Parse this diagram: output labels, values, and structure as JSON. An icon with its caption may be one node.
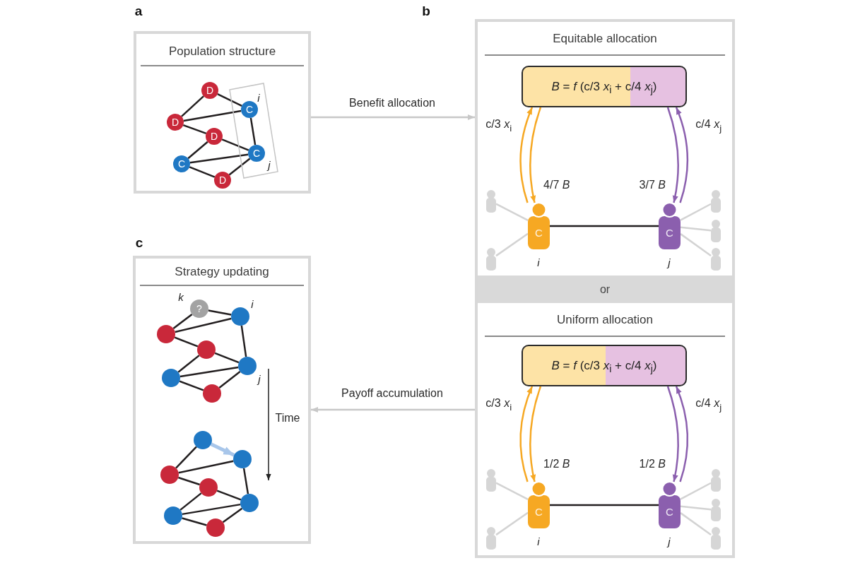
{
  "diagram": {
    "nodes": [
      {
        "text": [
          "Population structure"
        ],
        "beside": [
          "a"
        ]
      },
      {
        "text": [
          "D"
        ],
        "in": 0
      },
      {
        "text": [
          "D"
        ],
        "in": 0
      },
      {
        "text": [
          "C"
        ],
        "beside": [
          "i"
        ],
        "in": 0
      },
      {
        "text": [
          "D"
        ],
        "in": 0
      },
      {
        "text": [
          "C"
        ],
        "beside": [
          "j"
        ],
        "in": 0
      },
      {
        "text": [
          "C"
        ],
        "in": 0
      },
      {
        "text": [
          "D"
        ],
        "in": 0
      },
      {
        "text": [],
        "shape": "box",
        "beside": [
          "b"
        ]
      },
      {
        "text": [
          "Equitable allocation"
        ],
        "in": 8
      },
      {
        "text": [
          "*B* = *f* (c/3 *x*$_{i}$ + c/4 *x*$_{j}$)"
        ],
        "in": 9
      },
      {
        "text": [
          "C"
        ],
        "beside": [
          "i"
        ],
        "in": 9
      },
      {
        "text": [
          "C"
        ],
        "beside": [
          "j"
        ],
        "in": 9
      },
      {
        "text": [],
        "shape": "person",
        "in": 9
      },
      {
        "text": [],
        "shape": "person",
        "in": 9
      },
      {
        "text": [],
        "shape": "person",
        "in": 9
      },
      {
        "text": [],
        "shape": "person",
        "in": 9
      },
      {
        "text": [],
        "shape": "person",
        "in": 9
      },
      {
        "text": [
          "or"
        ],
        "in": 8
      },
      {
        "text": [
          "Uniform allocation"
        ],
        "in": 8
      },
      {
        "text": [
          "*B* = *f* (c/3 *x*$_{i}$ + c/4 *x*$_{j}$)"
        ],
        "in": 19
      },
      {
        "text": [
          "C"
        ],
        "beside": [
          "i"
        ],
        "in": 19
      },
      {
        "text": [
          "C"
        ],
        "beside": [
          "j"
        ],
        "in": 19
      },
      {
        "text": [],
        "shape": "person",
        "in": 19
      },
      {
        "text": [],
        "shape": "person",
        "in": 19
      },
      {
        "text": [],
        "shape": "person",
        "in": 19
      },
      {
        "text": [],
        "shape": "person",
        "in": 19
      },
      {
        "text": [],
        "shape": "person",
        "in": 19
      },
      {
        "text": [
          "Strategy updating"
        ],
        "beside": [
          "c"
        ]
      },
      {
        "text": [
          "?"
        ],
        "beside": [
          "k"
        ],
        "in": 28
      },
      {
        "text": [],
        "shape": "circle",
        "beside": [
          "i"
        ],
        "in": 28
      },
      {
        "text": [],
        "shape": "circle",
        "in": 28
      },
      {
        "text": [],
        "shape": "circle",
        "in": 28
      },
      {
        "text": [],
        "shape": "circle",
        "beside": [
          "j"
        ],
        "in": 28
      },
      {
        "text": [],
        "shape": "circle",
        "in": 28
      },
      {
        "text": [],
        "shape": "circle",
        "in": 28
      },
      {
        "text": [],
        "shape": "circle",
        "in": 28
      },
      {
        "text": [],
        "shape": "circle",
        "in": 28
      },
      {
        "text": [],
        "shape": "circle",
        "in": 28
      },
      {
        "text": [],
        "shape": "circle",
        "in": 28
      },
      {
        "text": [],
        "shape": "circle",
        "in": 28
      },
      {
        "text": [],
        "shape": "circle",
        "in": 28
      },
      {
        "text": [],
        "shape": "circle",
        "in": 28
      }
    ],
    "edges": [
      {
        "from": 0,
        "to": 8,
        "arrow": "to",
        "label": "Benefit allocation",
        "color": "#c8c8c8"
      },
      {
        "from": 1,
        "to": 2,
        "arrow": "none"
      },
      {
        "from": 1,
        "to": 3,
        "arrow": "none"
      },
      {
        "from": 2,
        "to": 3,
        "arrow": "none"
      },
      {
        "from": 2,
        "to": 4,
        "arrow": "none"
      },
      {
        "from": 3,
        "to": 5,
        "arrow": "none"
      },
      {
        "from": 4,
        "to": 5,
        "arrow": "none"
      },
      {
        "from": 4,
        "to": 6,
        "arrow": "none"
      },
      {
        "from": 6,
        "to": 5,
        "arrow": "none"
      },
      {
        "from": 6,
        "to": 7,
        "arrow": "none"
      },
      {
        "from": 7,
        "to": 5,
        "arrow": "none"
      },
      {
        "from": 11,
        "to": 10,
        "arrow": "to",
        "label": "c/3 *x*$_{i}$",
        "color": "#f6a823"
      },
      {
        "from": 10,
        "to": 11,
        "arrow": "to",
        "label": "4/7 *B*",
        "color": "#f6a823"
      },
      {
        "from": 12,
        "to": 10,
        "arrow": "to",
        "label": "c/4 *x*$_{j}$",
        "color": "#8b5fae"
      },
      {
        "from": 10,
        "to": 12,
        "arrow": "to",
        "label": "3/7 *B*",
        "color": "#8b5fae"
      },
      {
        "from": 11,
        "to": 12,
        "arrow": "none"
      },
      {
        "from": 11,
        "to": 13,
        "arrow": "none",
        "color": "#d3d3d3"
      },
      {
        "from": 11,
        "to": 14,
        "arrow": "none",
        "color": "#d3d3d3"
      },
      {
        "from": 12,
        "to": 15,
        "arrow": "none",
        "color": "#d3d3d3"
      },
      {
        "from": 12,
        "to": 16,
        "arrow": "none",
        "color": "#d3d3d3"
      },
      {
        "from": 12,
        "to": 17,
        "arrow": "none",
        "color": "#d3d3d3"
      },
      {
        "from": 21,
        "to": 20,
        "arrow": "to",
        "label": "c/3 *x*$_{i}$",
        "color": "#f6a823"
      },
      {
        "from": 20,
        "to": 21,
        "arrow": "to",
        "label": "1/2 *B*",
        "color": "#f6a823"
      },
      {
        "from": 22,
        "to": 20,
        "arrow": "to",
        "label": "c/4 *x*$_{j}$",
        "color": "#8b5fae"
      },
      {
        "from": 20,
        "to": 22,
        "arrow": "to",
        "label": "1/2 *B*",
        "color": "#8b5fae"
      },
      {
        "from": 21,
        "to": 22,
        "arrow": "none"
      },
      {
        "from": 21,
        "to": 23,
        "arrow": "none",
        "color": "#d3d3d3"
      },
      {
        "from": 21,
        "to": 24,
        "arrow": "none",
        "color": "#d3d3d3"
      },
      {
        "from": 22,
        "to": 25,
        "arrow": "none",
        "color": "#d3d3d3"
      },
      {
        "from": 22,
        "to": 26,
        "arrow": "none",
        "color": "#d3d3d3"
      },
      {
        "from": 22,
        "to": 27,
        "arrow": "none",
        "color": "#d3d3d3"
      },
      {
        "from": 8,
        "to": 28,
        "arrow": "to",
        "label": "Payoff accumulation",
        "color": "#c8c8c8"
      },
      {
        "from": 29,
        "to": 31,
        "arrow": "none"
      },
      {
        "from": 29,
        "to": 30,
        "arrow": "none"
      },
      {
        "from": 31,
        "to": 30,
        "arrow": "none"
      },
      {
        "from": 31,
        "to": 32,
        "arrow": "none"
      },
      {
        "from": 30,
        "to": 33,
        "arrow": "none"
      },
      {
        "from": 32,
        "to": 33,
        "arrow": "none"
      },
      {
        "from": 32,
        "to": 34,
        "arrow": "none"
      },
      {
        "from": 34,
        "to": 33,
        "arrow": "none"
      },
      {
        "from": 34,
        "to": 35,
        "arrow": "none"
      },
      {
        "from": 35,
        "to": 33,
        "arrow": "none"
      },
      {
        "from": 36,
        "to": 38,
        "arrow": "none"
      },
      {
        "from": 36,
        "to": 37,
        "arrow": "to",
        "style": "thick",
        "color": "#a8c6ea"
      },
      {
        "from": 38,
        "to": 37,
        "arrow": "none"
      },
      {
        "from": 38,
        "to": 39,
        "arrow": "none"
      },
      {
        "from": 37,
        "to": 40,
        "arrow": "none"
      },
      {
        "from": 39,
        "to": 40,
        "arrow": "none"
      },
      {
        "from": 39,
        "to": 41,
        "arrow": "none"
      },
      {
        "from": 41,
        "to": 40,
        "arrow": "none"
      },
      {
        "from": 41,
        "to": 42,
        "arrow": "none"
      },
      {
        "from": 42,
        "to": 40,
        "arrow": "none"
      }
    ],
    "labels": [
      "Time"
    ]
  }
}
